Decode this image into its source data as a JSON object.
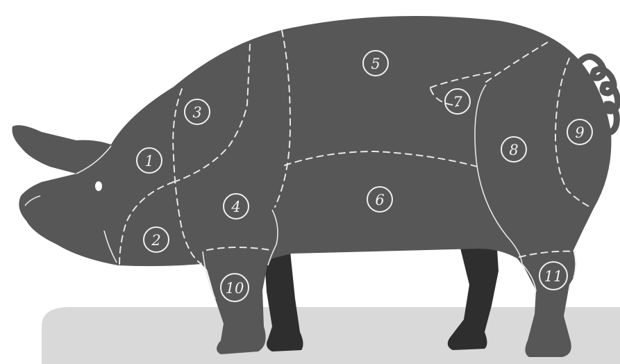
{
  "colors": {
    "background": "#ffffff",
    "ground": "#d9d9d9",
    "body": "#575757",
    "far_legs": "#2e2e2e",
    "cut_lines": "#e8e8e8",
    "labels": "#f2f2f2"
  },
  "cuts": [
    {
      "number": "1"
    },
    {
      "number": "2"
    },
    {
      "number": "3"
    },
    {
      "number": "4"
    },
    {
      "number": "5"
    },
    {
      "number": "6"
    },
    {
      "number": "7"
    },
    {
      "number": "8"
    },
    {
      "number": "9"
    },
    {
      "number": "10"
    },
    {
      "number": "11"
    }
  ]
}
